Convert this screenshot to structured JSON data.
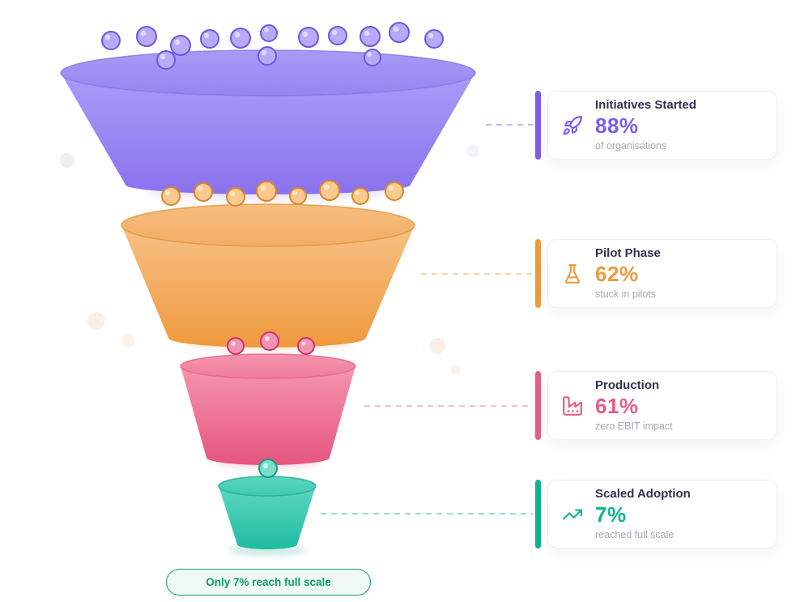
{
  "funnel": {
    "stages": [
      {
        "id": "initiatives",
        "label": "Initiatives Started",
        "value": "88%",
        "description": "of organisations",
        "color": "#7b5cf0",
        "icon": "rocket-icon"
      },
      {
        "id": "pilot",
        "label": "Pilot Phase",
        "value": "62%",
        "description": "stuck in pilots",
        "color": "#f0993f",
        "icon": "flask-icon"
      },
      {
        "id": "production",
        "label": "Production",
        "value": "61%",
        "description": "zero EBIT impact",
        "color": "#e75d84",
        "icon": "factory-icon"
      },
      {
        "id": "scaled",
        "label": "Scaled Adoption",
        "value": "7%",
        "description": "reached full scale",
        "color": "#10b394",
        "icon": "trend-up-icon"
      }
    ],
    "footer_badge": "Only 7% reach full scale"
  },
  "chart_data": {
    "type": "funnel",
    "title": "",
    "stages": [
      "Initiatives Started",
      "Pilot Phase",
      "Production",
      "Scaled Adoption"
    ],
    "values": [
      88,
      62,
      61,
      7
    ],
    "unit": "%",
    "descriptions": [
      "of organisations",
      "stuck in pilots",
      "zero EBIT impact",
      "reached full scale"
    ],
    "annotation": "Only 7% reach full scale",
    "colors": [
      "#7b5cf0",
      "#f0993f",
      "#e75d84",
      "#10b394"
    ],
    "legend_position": "right",
    "grid": false
  }
}
